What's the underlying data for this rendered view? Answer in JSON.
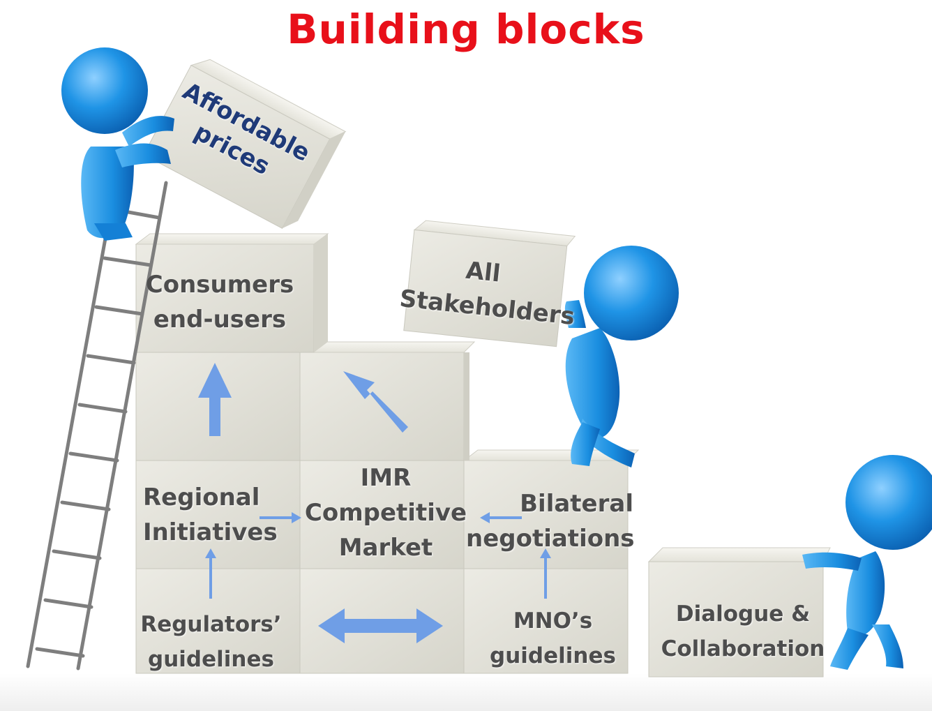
{
  "title": "Building blocks",
  "colors": {
    "title": "#e8101a",
    "arrow": "#6f9ee6",
    "figure": "#1a8ee0",
    "block": "#e2e1d8",
    "affordable_text": "#1f3a78"
  },
  "blocks": {
    "affordable_prices": {
      "line1": "Affordable",
      "line2": "prices"
    },
    "consumers": {
      "line1": "Consumers",
      "line2": "end-users"
    },
    "all_stakeholders": {
      "line1": "All",
      "line2": "Stakeholders"
    },
    "regional": {
      "line1": "Regional",
      "line2": "Initiatives"
    },
    "imr": {
      "line1": "IMR",
      "line2": "Competitive",
      "line3": "Market"
    },
    "bilateral": {
      "line1": "Bilateral",
      "line2": "negotiations"
    },
    "regulators": {
      "line1": "Regulators’",
      "line2": "guidelines"
    },
    "mno": {
      "line1": "MNO’s",
      "line2": "guidelines"
    },
    "dialogue": {
      "line1": "Dialogue &",
      "line2": "Collaboration"
    }
  },
  "icons": [
    "figure-icon",
    "ladder-icon",
    "arrow-icon"
  ]
}
